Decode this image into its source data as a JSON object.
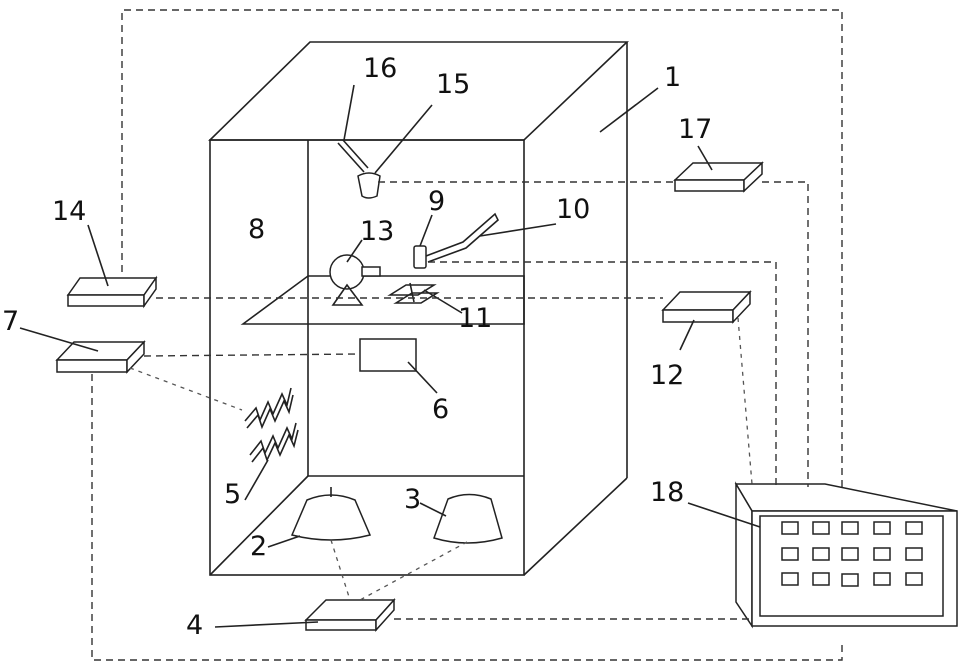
{
  "labels": {
    "n1": "1",
    "n2": "2",
    "n3": "3",
    "n4": "4",
    "n5": "5",
    "n6": "6",
    "n7": "7",
    "n8": "8",
    "n9": "9",
    "n10": "10",
    "n11": "11",
    "n12": "12",
    "n13": "13",
    "n14": "14",
    "n15": "15",
    "n16": "16",
    "n17": "17",
    "n18": "18"
  },
  "control_panel": {
    "rows": 3,
    "cols": 5
  }
}
